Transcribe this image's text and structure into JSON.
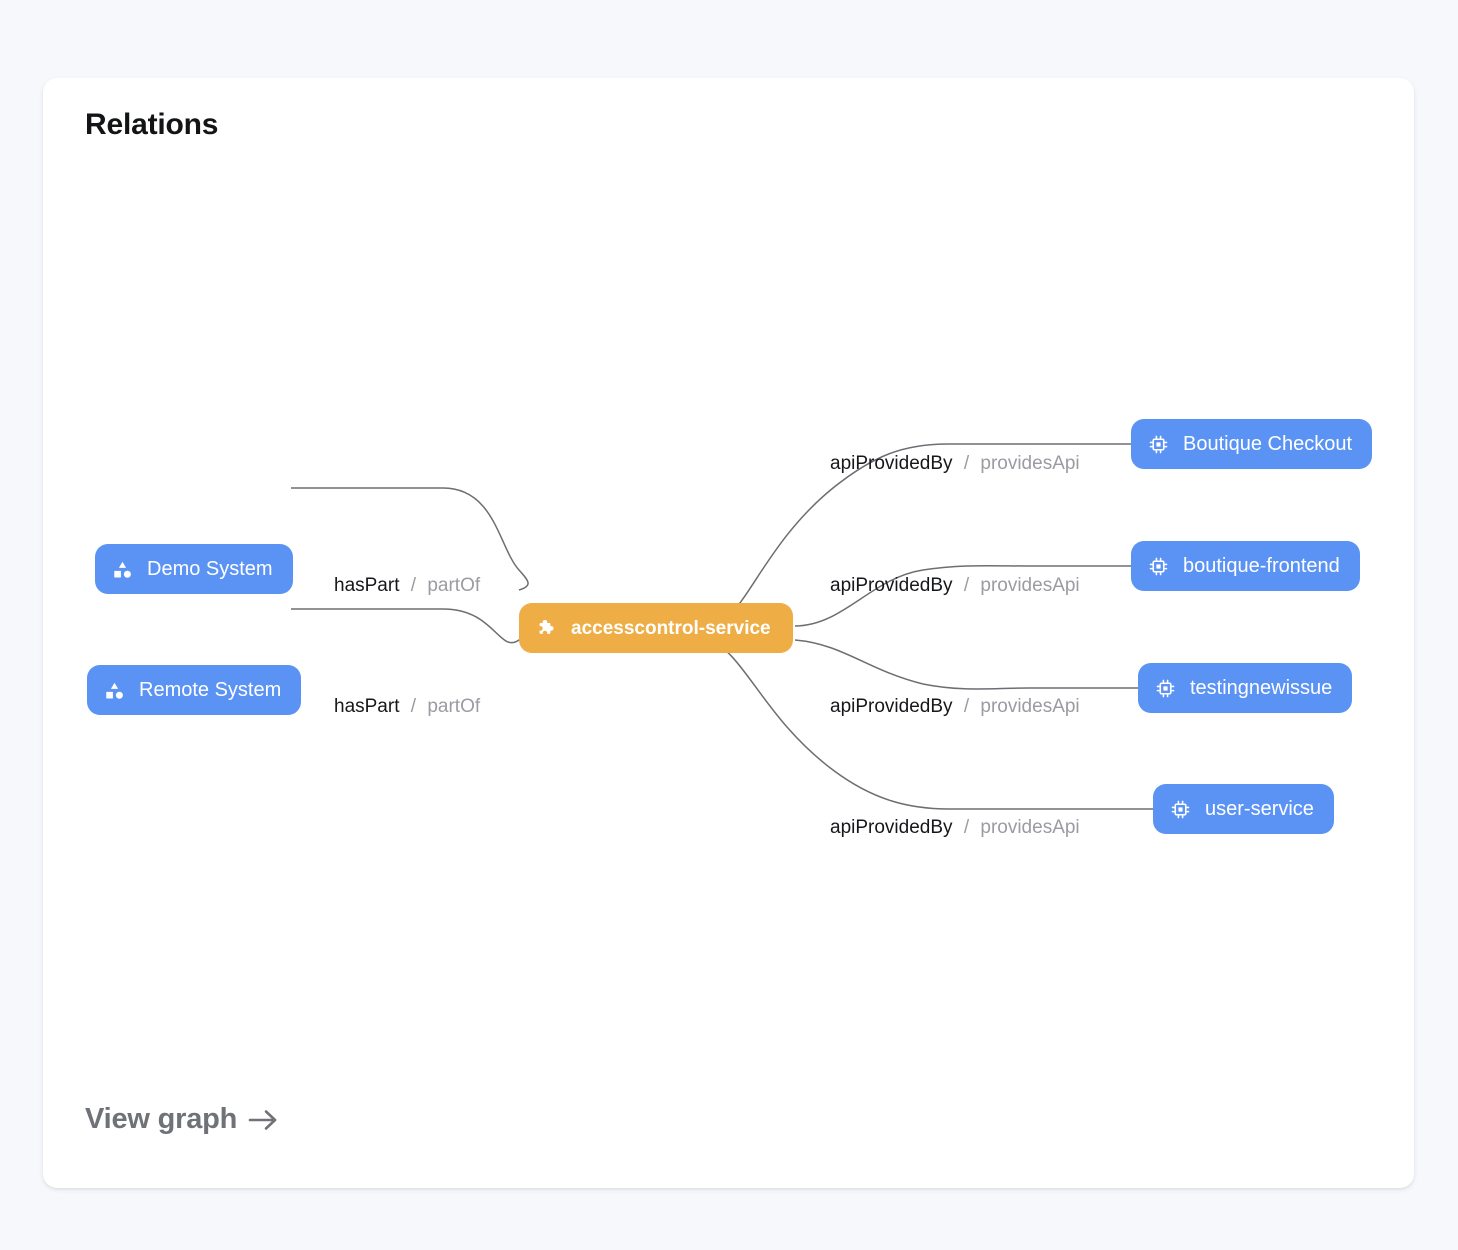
{
  "card": {
    "title": "Relations",
    "footer_link": "View graph",
    "footer_icon": "arrow-right-icon"
  },
  "colors": {
    "page_background": "#f7f8fc",
    "card_background": "#ffffff",
    "node_blue": "#5b93f5",
    "node_orange": "#eead45",
    "edge_stroke": "#6b6e73",
    "label_primary": "#16171a",
    "label_secondary": "#9a9ca2",
    "title": "#131416",
    "footer": "#6f7277"
  },
  "graph": {
    "center_node": {
      "id": "accesscontrol-service",
      "label": "accesscontrol-service",
      "icon": "puzzle-piece-icon",
      "kind": "component",
      "color": "#eead45"
    },
    "left_nodes": [
      {
        "id": "demo-system",
        "label": "Demo System",
        "icon": "shapes-icon",
        "kind": "system",
        "color": "#5b93f5"
      },
      {
        "id": "remote-system",
        "label": "Remote System",
        "icon": "shapes-icon",
        "kind": "system",
        "color": "#5b93f5"
      }
    ],
    "right_nodes": [
      {
        "id": "boutique-checkout",
        "label": "Boutique Checkout",
        "icon": "cpu-chip-icon",
        "kind": "api",
        "color": "#5b93f5"
      },
      {
        "id": "boutique-frontend",
        "label": "boutique-frontend",
        "icon": "cpu-chip-icon",
        "kind": "api",
        "color": "#5b93f5"
      },
      {
        "id": "testingnewissue",
        "label": "testingnewissue",
        "icon": "cpu-chip-icon",
        "kind": "api",
        "color": "#5b93f5"
      },
      {
        "id": "user-service",
        "label": "user-service",
        "icon": "cpu-chip-icon",
        "kind": "api",
        "color": "#5b93f5"
      }
    ],
    "edges": [
      {
        "id": "edge-demo-system",
        "source": "demo-system",
        "target": "accesscontrol-service",
        "forward": "hasPart",
        "separator": "/",
        "reverse": "partOf"
      },
      {
        "id": "edge-remote-system",
        "source": "remote-system",
        "target": "accesscontrol-service",
        "forward": "hasPart",
        "separator": "/",
        "reverse": "partOf"
      },
      {
        "id": "edge-boutique-checkout",
        "source": "accesscontrol-service",
        "target": "boutique-checkout",
        "forward": "apiProvidedBy",
        "separator": "/",
        "reverse": "providesApi"
      },
      {
        "id": "edge-boutique-frontend",
        "source": "accesscontrol-service",
        "target": "boutique-frontend",
        "forward": "apiProvidedBy",
        "separator": "/",
        "reverse": "providesApi"
      },
      {
        "id": "edge-testingnewissue",
        "source": "accesscontrol-service",
        "target": "testingnewissue",
        "forward": "apiProvidedBy",
        "separator": "/",
        "reverse": "providesApi"
      },
      {
        "id": "edge-user-service",
        "source": "accesscontrol-service",
        "target": "user-service",
        "forward": "apiProvidedBy",
        "separator": "/",
        "reverse": "providesApi"
      }
    ]
  }
}
